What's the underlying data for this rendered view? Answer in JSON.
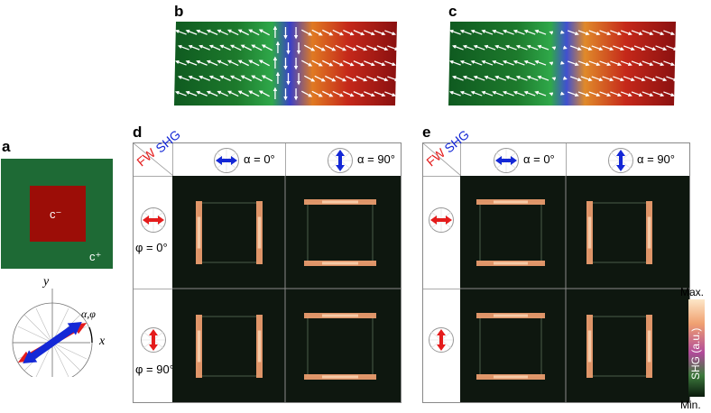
{
  "panels": {
    "a": {
      "label": "a",
      "inner_label": "c⁻",
      "outer_label": "c⁺",
      "axis_y": "y",
      "axis_x": "x",
      "angle_label": "α,φ"
    },
    "b": {
      "label": "b"
    },
    "c": {
      "label": "c"
    },
    "d": {
      "label": "d",
      "shg_label": "SHG",
      "fw_label": "FW",
      "alpha0": "α = 0°",
      "alpha90": "α = 90°",
      "phi0": "φ = 0°",
      "phi90": "φ = 90°"
    },
    "e": {
      "label": "e",
      "shg_label": "SHG",
      "fw_label": "FW",
      "alpha0": "α = 0°",
      "alpha90": "α = 90°"
    }
  },
  "colorbar": {
    "max_label": "Max.",
    "min_label": "Min.",
    "title": "SHG (a.u.)"
  },
  "colors": {
    "domain_green": "#1e6a35",
    "domain_red": "#9c0d07",
    "shg_arrow": "#1428d6",
    "fw_arrow": "#e41c1c",
    "signal": "#f0a070"
  }
}
